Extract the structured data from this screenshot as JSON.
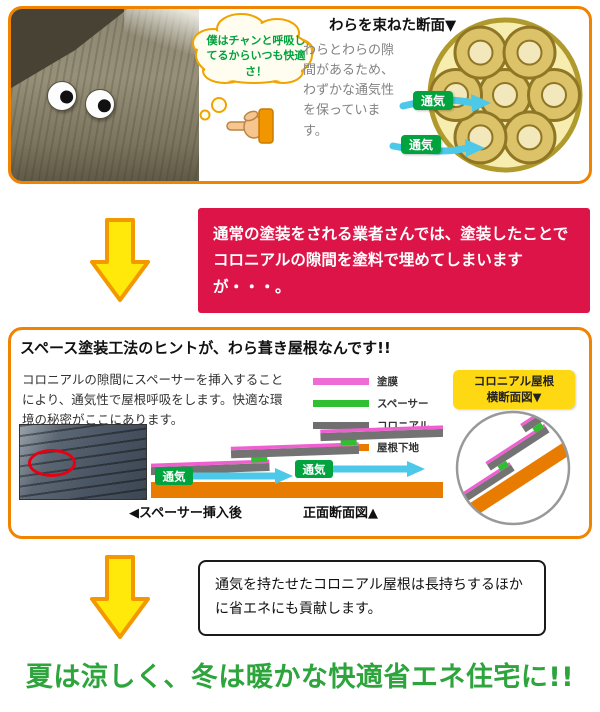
{
  "colors": {
    "panel_border": "#f08300",
    "red_callout_bg": "#dc1448",
    "down_arrow_fill": "#ffe90a",
    "down_arrow_stroke": "#f39800",
    "vent_badge_bg": "#00a33e",
    "vent_arrow_cyan": "#4cc8e8",
    "headline_green": "#2da43c",
    "circle_label_bg": "#ffd814",
    "legend_toumaku": "#ee6ad6",
    "legend_spacer": "#2fbf30",
    "legend_colonial": "#6f6f6f",
    "legend_shitaji": "#e87c00"
  },
  "straw_panel": {
    "bubble_text": "僕はチャンと呼吸してるからいつも快適さ！",
    "heading": "わらを束ねた断面▼",
    "body_text": "わらとわらの隙間があるため、わずかな通気性を保っています。",
    "vent_label_top": "通気",
    "vent_label_bottom": "通気"
  },
  "red_callout": {
    "text": "通常の塗装をされる業者さんでは、塗装したことでコロニアルの隙間を塗料で埋めてしまいますが・・・。"
  },
  "hint_panel": {
    "title": "スペース塗装工法のヒントが、わら葺き屋根なんです!!",
    "body_text": "コロニアルの隙間にスペーサーを挿入することにより、通気性で屋根呼吸をします。快適な環境の秘密がここにあります。",
    "legend": [
      {
        "label": "塗膜"
      },
      {
        "label": "スペーサー"
      },
      {
        "label": "コロニアル"
      },
      {
        "label": "屋根下地"
      }
    ],
    "circle_label_line1": "コロニアル屋根",
    "circle_label_line2": "横断面図▼",
    "caption_after": "◀スペーサー挿入後",
    "caption_front": "正面断面図▲",
    "vent_label_left": "通気",
    "vent_label_right": "通気"
  },
  "white_callout": {
    "text": "通気を持たせたコロニアル屋根は長持ちするほかに省エネにも貢献します。"
  },
  "footer": {
    "headline": "夏は涼しく、冬は暖かな快適省エネ住宅に!!"
  }
}
